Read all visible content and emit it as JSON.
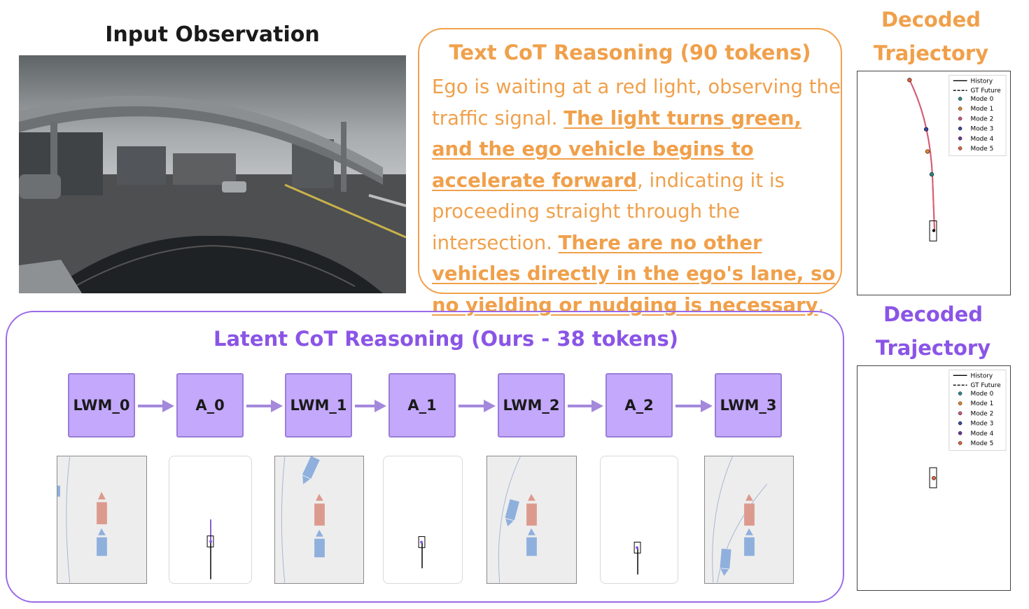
{
  "input": {
    "title": "Input Observation"
  },
  "text_cot": {
    "title": "Text CoT Reasoning (90 tokens)",
    "seg1": "Ego is waiting at a red light, observing the traffic signal. ",
    "seg2": "The light turns green, and the ego vehicle begins to accelerate forward",
    "seg3": ", indicating it is proceeding straight through the intersection. ",
    "seg4": "There are no other vehicles directly in the ego's lane, so no yielding or nudging is necessary",
    "seg5": "."
  },
  "decoded_top": {
    "title_line1": "Decoded",
    "title_line2": "Trajectory",
    "color": "#f0a04b"
  },
  "decoded_bottom": {
    "title_line1": "Decoded",
    "title_line2": "Trajectory",
    "color": "#8a55e6"
  },
  "legend": {
    "history": "History",
    "gt_future": "GT Future",
    "modes": [
      "Mode 0",
      "Mode 1",
      "Mode 2",
      "Mode 3",
      "Mode 4",
      "Mode 5"
    ],
    "mode_colors": [
      "#2b8a8a",
      "#e8842c",
      "#d45a7a",
      "#3a4aa0",
      "#6a3a9a",
      "#e8603a"
    ]
  },
  "latent": {
    "title": "Latent CoT Reasoning (Ours - 38 tokens)",
    "nodes": [
      "LWM_0",
      "A_0",
      "LWM_1",
      "A_1",
      "LWM_2",
      "A_2",
      "LWM_3"
    ]
  }
}
